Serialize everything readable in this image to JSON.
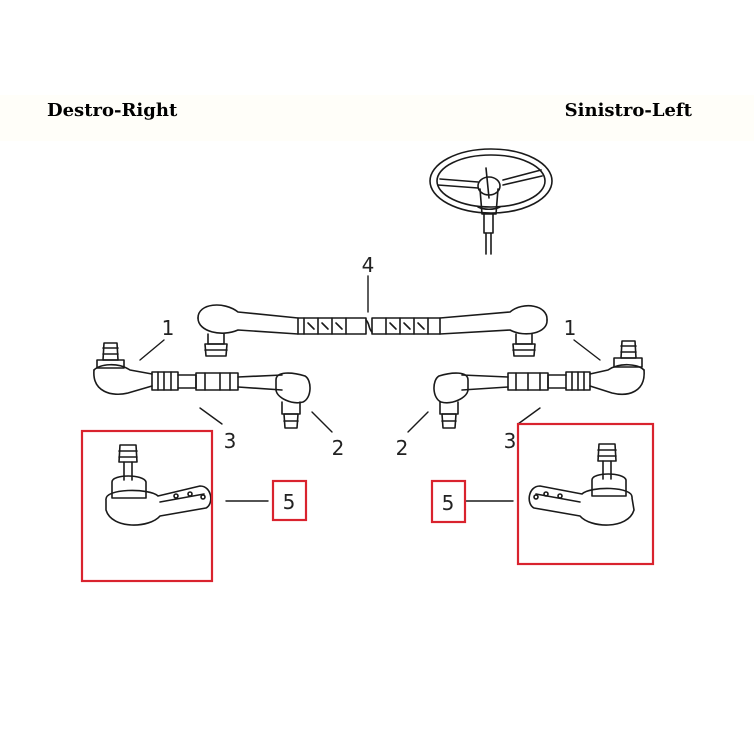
{
  "header": {
    "left_label": "Destro-Right",
    "right_label": "Sinistro-Left"
  },
  "callouts": {
    "outer_tie_rod_end_left": "1",
    "outer_tie_rod_end_right": "1",
    "inner_tie_rod_end_left": "2",
    "inner_tie_rod_end_right": "2",
    "adjusting_sleeve_left": "3",
    "adjusting_sleeve_right": "3",
    "center_link": "4",
    "ball_joint_right": "5",
    "ball_joint_left": "5"
  },
  "colors": {
    "highlight": "#d9232e",
    "line": "#1a1a1a",
    "header_band": "#fffef9"
  }
}
